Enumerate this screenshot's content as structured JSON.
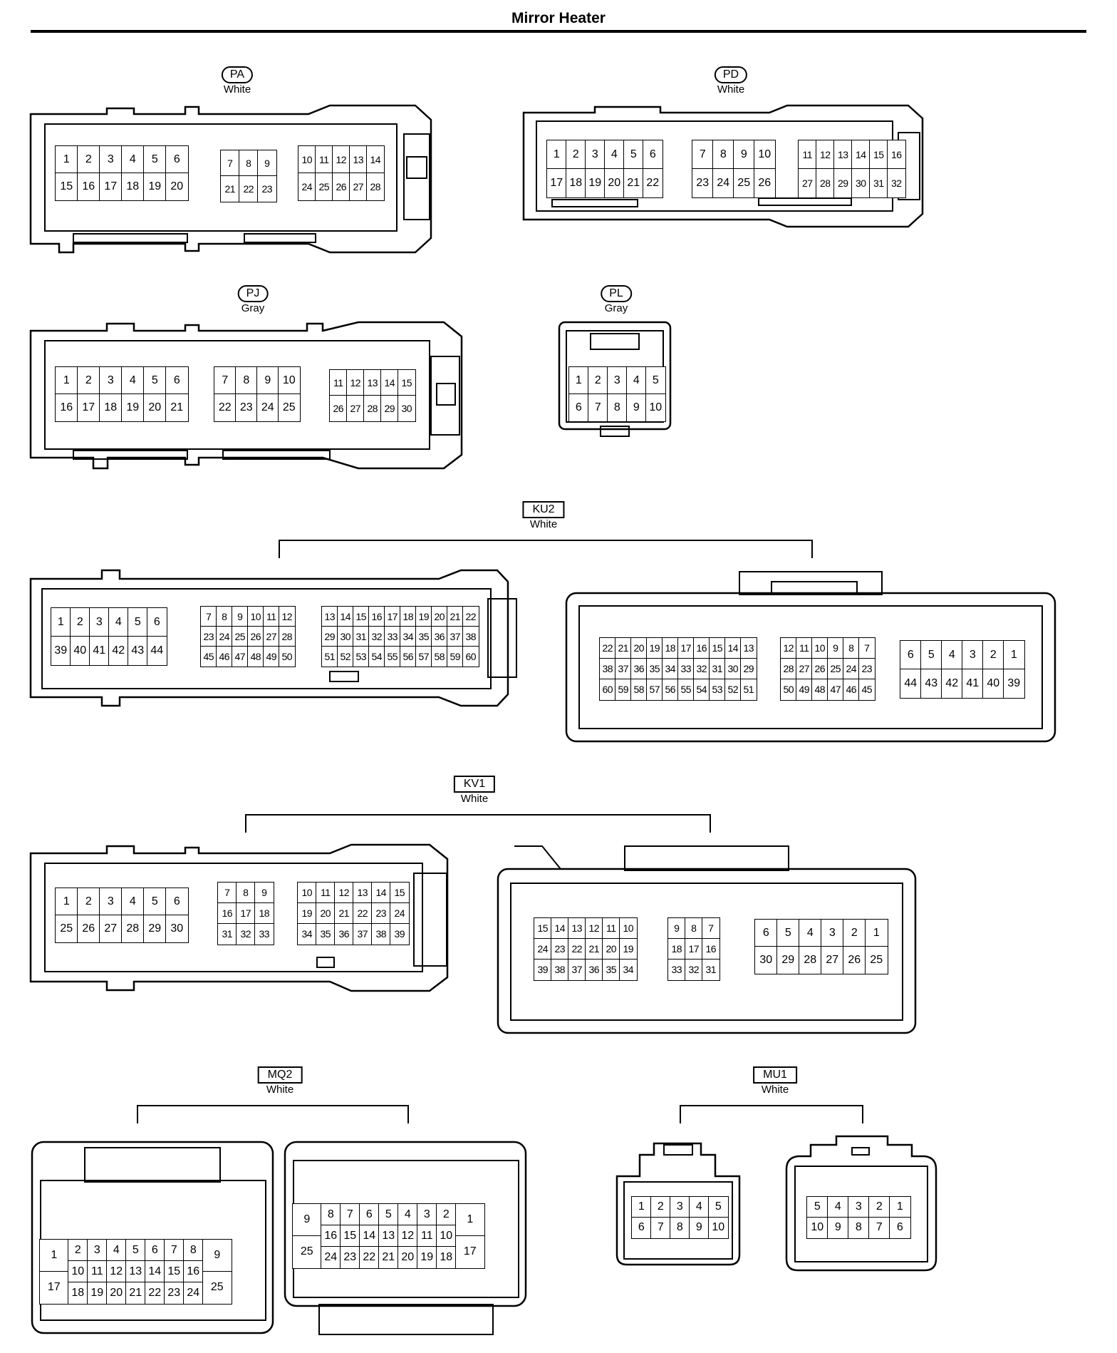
{
  "title": "Mirror Heater",
  "labels": {
    "PA": {
      "code": "PA",
      "color": "White"
    },
    "PD": {
      "code": "PD",
      "color": "White"
    },
    "PJ": {
      "code": "PJ",
      "color": "Gray"
    },
    "PL": {
      "code": "PL",
      "color": "Gray"
    },
    "KU2": {
      "code": "KU2",
      "color": "White"
    },
    "KV1": {
      "code": "KV1",
      "color": "White"
    },
    "MQ2": {
      "code": "MQ2",
      "color": "White"
    },
    "MU1": {
      "code": "MU1",
      "color": "White"
    }
  },
  "connectors": {
    "PA": [
      [
        [
          "1",
          "2",
          "3",
          "4",
          "5",
          "6"
        ],
        [
          "15",
          "16",
          "17",
          "18",
          "19",
          "20"
        ]
      ],
      [
        [
          "7",
          "8",
          "9"
        ],
        [
          "21",
          "22",
          "23"
        ]
      ],
      [
        [
          "10",
          "11",
          "12",
          "13",
          "14"
        ],
        [
          "24",
          "25",
          "26",
          "27",
          "28"
        ]
      ]
    ],
    "PD": [
      [
        [
          "1",
          "2",
          "3",
          "4",
          "5",
          "6"
        ],
        [
          "17",
          "18",
          "19",
          "20",
          "21",
          "22"
        ]
      ],
      [
        [
          "7",
          "8",
          "9",
          "10"
        ],
        [
          "23",
          "24",
          "25",
          "26"
        ]
      ],
      [
        [
          "11",
          "12",
          "13",
          "14",
          "15",
          "16"
        ],
        [
          "27",
          "28",
          "29",
          "30",
          "31",
          "32"
        ]
      ]
    ],
    "PJ": [
      [
        [
          "1",
          "2",
          "3",
          "4",
          "5",
          "6"
        ],
        [
          "16",
          "17",
          "18",
          "19",
          "20",
          "21"
        ]
      ],
      [
        [
          "7",
          "8",
          "9",
          "10"
        ],
        [
          "22",
          "23",
          "24",
          "25"
        ]
      ],
      [
        [
          "11",
          "12",
          "13",
          "14",
          "15"
        ],
        [
          "26",
          "27",
          "28",
          "29",
          "30"
        ]
      ]
    ],
    "PL": [
      [
        [
          "1",
          "2",
          "3",
          "4",
          "5"
        ],
        [
          "6",
          "7",
          "8",
          "9",
          "10"
        ]
      ]
    ],
    "KU2_left": [
      [
        [
          "1",
          "2",
          "3",
          "4",
          "5",
          "6"
        ],
        [
          "39",
          "40",
          "41",
          "42",
          "43",
          "44"
        ]
      ],
      [
        [
          "7",
          "8",
          "9",
          "10",
          "11",
          "12"
        ],
        [
          "23",
          "24",
          "25",
          "26",
          "27",
          "28"
        ],
        [
          "45",
          "46",
          "47",
          "48",
          "49",
          "50"
        ]
      ],
      [
        [
          "13",
          "14",
          "15",
          "16",
          "17",
          "18",
          "19",
          "20",
          "21",
          "22"
        ],
        [
          "29",
          "30",
          "31",
          "32",
          "33",
          "34",
          "35",
          "36",
          "37",
          "38"
        ],
        [
          "51",
          "52",
          "53",
          "54",
          "55",
          "56",
          "57",
          "58",
          "59",
          "60"
        ]
      ]
    ],
    "KU2_right": [
      [
        [
          "22",
          "21",
          "20",
          "19",
          "18",
          "17",
          "16",
          "15",
          "14",
          "13"
        ],
        [
          "38",
          "37",
          "36",
          "35",
          "34",
          "33",
          "32",
          "31",
          "30",
          "29"
        ],
        [
          "60",
          "59",
          "58",
          "57",
          "56",
          "55",
          "54",
          "53",
          "52",
          "51"
        ]
      ],
      [
        [
          "12",
          "11",
          "10",
          "9",
          "8",
          "7"
        ],
        [
          "28",
          "27",
          "26",
          "25",
          "24",
          "23"
        ],
        [
          "50",
          "49",
          "48",
          "47",
          "46",
          "45"
        ]
      ],
      [
        [
          "6",
          "5",
          "4",
          "3",
          "2",
          "1"
        ],
        [
          "44",
          "43",
          "42",
          "41",
          "40",
          "39"
        ]
      ]
    ],
    "KV1_left": [
      [
        [
          "1",
          "2",
          "3",
          "4",
          "5",
          "6"
        ],
        [
          "25",
          "26",
          "27",
          "28",
          "29",
          "30"
        ]
      ],
      [
        [
          "7",
          "8",
          "9"
        ],
        [
          "16",
          "17",
          "18"
        ],
        [
          "31",
          "32",
          "33"
        ]
      ],
      [
        [
          "10",
          "11",
          "12",
          "13",
          "14",
          "15"
        ],
        [
          "19",
          "20",
          "21",
          "22",
          "23",
          "24"
        ],
        [
          "34",
          "35",
          "36",
          "37",
          "38",
          "39"
        ]
      ]
    ],
    "KV1_right": [
      [
        [
          "15",
          "14",
          "13",
          "12",
          "11",
          "10"
        ],
        [
          "24",
          "23",
          "22",
          "21",
          "20",
          "19"
        ],
        [
          "39",
          "38",
          "37",
          "36",
          "35",
          "34"
        ]
      ],
      [
        [
          "9",
          "8",
          "7"
        ],
        [
          "18",
          "17",
          "16"
        ],
        [
          "33",
          "32",
          "31"
        ]
      ],
      [
        [
          "6",
          "5",
          "4",
          "3",
          "2",
          "1"
        ],
        [
          "30",
          "29",
          "28",
          "27",
          "26",
          "25"
        ]
      ]
    ],
    "MQ2_left": {
      "side_left": [
        "1",
        "17"
      ],
      "rows": [
        [
          "2",
          "3",
          "4",
          "5",
          "6",
          "7",
          "8"
        ],
        [
          "10",
          "11",
          "12",
          "13",
          "14",
          "15",
          "16"
        ],
        [
          "18",
          "19",
          "20",
          "21",
          "22",
          "23",
          "24"
        ]
      ],
      "side_right": [
        "9",
        "25"
      ]
    },
    "MQ2_right": {
      "side_left": [
        "9",
        "25"
      ],
      "rows": [
        [
          "8",
          "7",
          "6",
          "5",
          "4",
          "3",
          "2"
        ],
        [
          "16",
          "15",
          "14",
          "13",
          "12",
          "11",
          "10"
        ],
        [
          "24",
          "23",
          "22",
          "21",
          "20",
          "19",
          "18"
        ]
      ],
      "side_right": [
        "1",
        "17"
      ]
    },
    "MU1_left": [
      [
        "1",
        "2",
        "3",
        "4",
        "5"
      ],
      [
        "6",
        "7",
        "8",
        "9",
        "10"
      ]
    ],
    "MU1_right": [
      [
        "5",
        "4",
        "3",
        "2",
        "1"
      ],
      [
        "10",
        "9",
        "8",
        "7",
        "6"
      ]
    ]
  }
}
